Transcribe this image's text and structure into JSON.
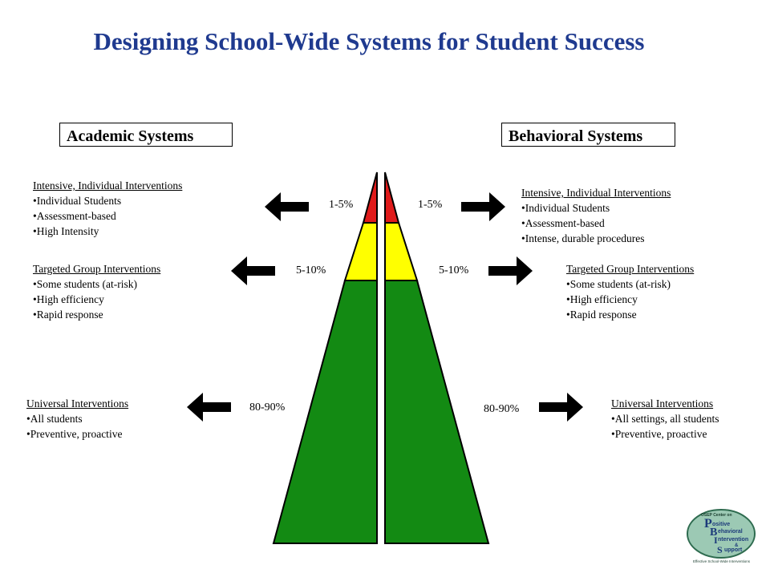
{
  "title": "Designing School-Wide Systems for Student Success",
  "academic": {
    "heading": "Academic Systems",
    "tiers": [
      {
        "header": "Intensive, Individual Interventions",
        "bullets": [
          "•Individual Students",
          "•Assessment-based",
          "•High Intensity"
        ],
        "percent": "1-5%"
      },
      {
        "header": "Targeted Group Interventions",
        "bullets": [
          "•Some students (at-risk)",
          "•High efficiency",
          "•Rapid response"
        ],
        "percent": "5-10%"
      },
      {
        "header": "Universal Interventions",
        "bullets": [
          "•All students",
          "•Preventive,  proactive"
        ],
        "percent": "80-90%"
      }
    ]
  },
  "behavioral": {
    "heading": "Behavioral Systems",
    "tiers": [
      {
        "header": "Intensive, Individual Interventions",
        "bullets": [
          "•Individual Students",
          "•Assessment-based",
          "•Intense, durable procedures"
        ],
        "percent": "1-5%"
      },
      {
        "header": "Targeted Group Interventions",
        "bullets": [
          "•Some students (at-risk)",
          "•High efficiency",
          "•Rapid response"
        ],
        "percent": "5-10%"
      },
      {
        "header": "Universal Interventions",
        "bullets": [
          "•All settings, all students",
          "•Preventive,  proactive"
        ],
        "percent": "80-90%"
      }
    ]
  },
  "colors": {
    "title": "#1f3a8f",
    "tier_intensive": "#e01b1b",
    "tier_targeted": "#ffff00",
    "tier_universal": "#138a13"
  },
  "logo": {
    "lines": [
      "OSEP Center on",
      "Positive",
      "Behavioral",
      "Interventions",
      "&",
      "Support",
      "Effective School-Wide Interventions"
    ]
  }
}
